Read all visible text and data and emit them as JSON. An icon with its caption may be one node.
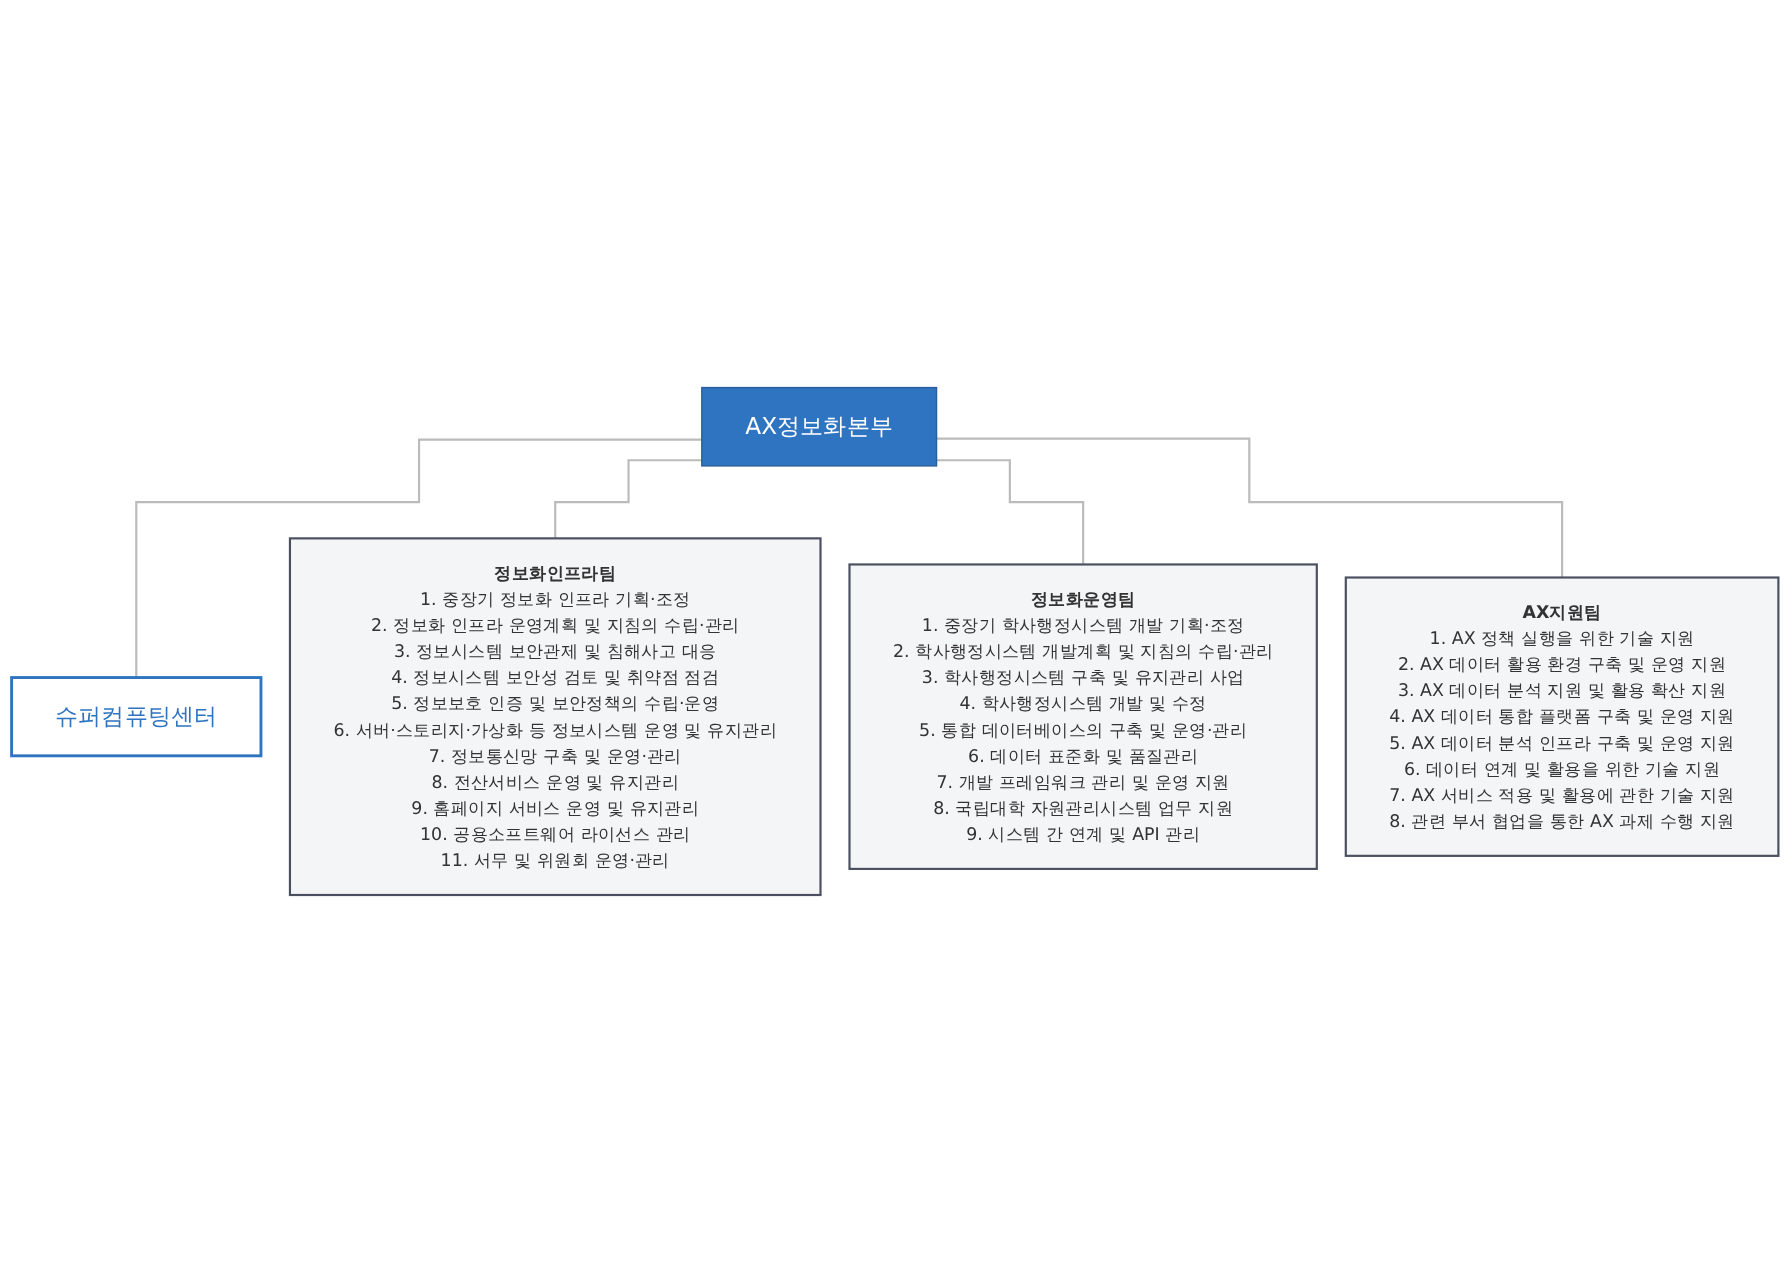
{
  "diagram": {
    "nodes": [
      {
        "text": [
          "AX정보화본부"
        ]
      },
      {
        "text": [
          "슈퍼컴퓨팅센터"
        ]
      },
      {
        "text": [
          "정보화인프라팀",
          "1. 중장기 정보화 인프라 기획·조정",
          "2. 정보화 인프라 운영계획 및 지침의 수립·관리",
          "3. 정보시스템 보안관제 및 침해사고 대응",
          "4. 정보시스템 보안성 검토 및 취약점 점검",
          "5. 정보보호 인증 및 보안정책의 수립·운영",
          "6. 서버·스토리지·가상화 등 정보시스템 운영 및 유지관리",
          "7. 정보통신망 구축 및 운영·관리",
          "8. 전산서비스 운영 및 유지관리",
          "9. 홈페이지 서비스 운영 및 유지관리",
          "10. 공용소프트웨어 라이선스 관리",
          "11. 서무 및 위원회 운영·관리"
        ]
      },
      {
        "text": [
          "정보화운영팀",
          "1. 중장기 학사행정시스템 개발 기획·조정",
          "2. 학사행정시스템 개발계획 및 지침의 수립·관리",
          "3. 학사행정시스템 구축 및 유지관리 사업",
          "4. 학사행정시스템 개발 및 수정",
          "5. 통합 데이터베이스의 구축 및 운영·관리",
          "6. 데이터 표준화 및 품질관리",
          "7. 개발 프레임워크 관리 및 운영 지원",
          "8. 국립대학 자원관리시스템 업무 지원",
          "9. 시스템 간 연계 및 API 관리"
        ]
      },
      {
        "text": [
          "AX지원팀",
          "1. AX 정책 실행을 위한 기술 지원",
          "2. AX 데이터 활용 환경 구축 및 운영 지원",
          "3. AX 데이터 분석 지원 및 활용 확산 지원",
          "4. AX 데이터 통합 플랫폼 구축 및 운영 지원",
          "5. AX 데이터 분석 인프라 구축 및 운영 지원",
          "6. 데이터 연계 및 활용을 위한 기술 지원",
          "7. AX 서비스 적용 및 활용에 관한 기술 지원",
          "8. 관련 부서 협업을 통한 AX 과제 수행 지원"
        ]
      }
    ],
    "edges": [
      {
        "from": 0,
        "to": 1,
        "arrow": "none"
      },
      {
        "from": 0,
        "to": 2,
        "arrow": "none"
      },
      {
        "from": 0,
        "to": 3,
        "arrow": "none"
      },
      {
        "from": 0,
        "to": 4,
        "arrow": "none"
      }
    ]
  }
}
